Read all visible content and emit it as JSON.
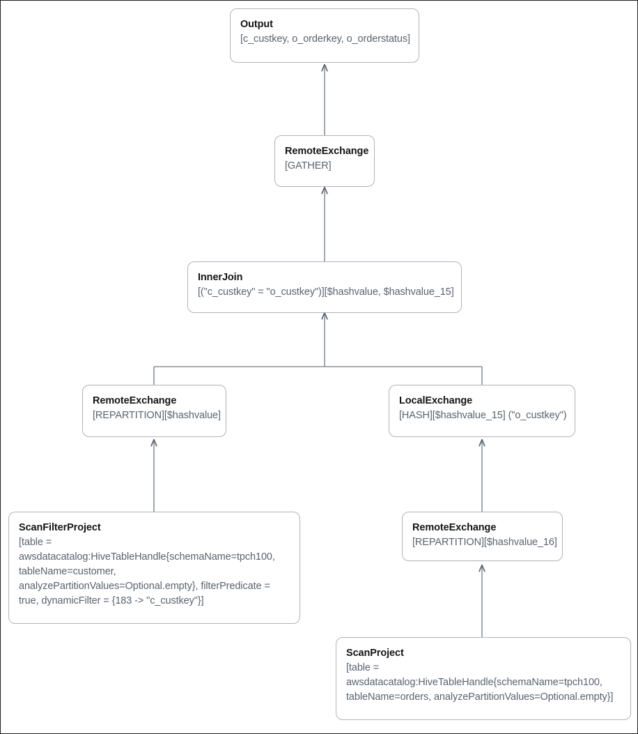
{
  "diagram": {
    "type": "query-execution-plan",
    "colors": {
      "node_border": "#aeb3ba",
      "node_fill": "#ffffff",
      "title_text": "#141414",
      "detail_text": "#596370",
      "edge": "#8b9199",
      "arrowhead": "#5a636f",
      "canvas_border": "#1f1f1f"
    },
    "nodes": [
      {
        "id": "output",
        "title": "Output",
        "detail_lines": [
          "[c_custkey, o_orderkey, o_orderstatus]"
        ]
      },
      {
        "id": "remote-exchange-gather",
        "title": "RemoteExchange",
        "detail_lines": [
          "[GATHER]"
        ]
      },
      {
        "id": "inner-join",
        "title": "InnerJoin",
        "detail_lines": [
          "[(\"c_custkey\" = \"o_custkey\")][$hashvalue, $hashvalue_15]"
        ]
      },
      {
        "id": "remote-exchange-repartition-hashvalue",
        "title": "RemoteExchange",
        "detail_lines": [
          "[REPARTITION][$hashvalue]"
        ]
      },
      {
        "id": "local-exchange-hash",
        "title": "LocalExchange",
        "detail_lines": [
          "[HASH][$hashvalue_15] (\"o_custkey\")"
        ]
      },
      {
        "id": "scan-filter-project",
        "title": "ScanFilterProject",
        "detail_lines": [
          "[table =",
          "awsdatacatalog:HiveTableHandle{schemaName=tpch100,",
          "tableName=customer,",
          "analyzePartitionValues=Optional.empty}, filterPredicate =",
          "true, dynamicFilter = {183 -> \"c_custkey\"}]"
        ]
      },
      {
        "id": "remote-exchange-repartition-hashvalue-16",
        "title": "RemoteExchange",
        "detail_lines": [
          "[REPARTITION][$hashvalue_16]"
        ]
      },
      {
        "id": "scan-project",
        "title": "ScanProject",
        "detail_lines": [
          "[table =",
          "awsdatacatalog:HiveTableHandle{schemaName=tpch100,",
          "tableName=orders, analyzePartitionValues=Optional.empty}]"
        ]
      }
    ],
    "edges": [
      {
        "from": "remote-exchange-gather",
        "to": "output"
      },
      {
        "from": "inner-join",
        "to": "remote-exchange-gather"
      },
      {
        "from": "remote-exchange-repartition-hashvalue",
        "to": "inner-join"
      },
      {
        "from": "local-exchange-hash",
        "to": "inner-join"
      },
      {
        "from": "scan-filter-project",
        "to": "remote-exchange-repartition-hashvalue"
      },
      {
        "from": "remote-exchange-repartition-hashvalue-16",
        "to": "local-exchange-hash"
      },
      {
        "from": "scan-project",
        "to": "remote-exchange-repartition-hashvalue-16"
      }
    ]
  }
}
